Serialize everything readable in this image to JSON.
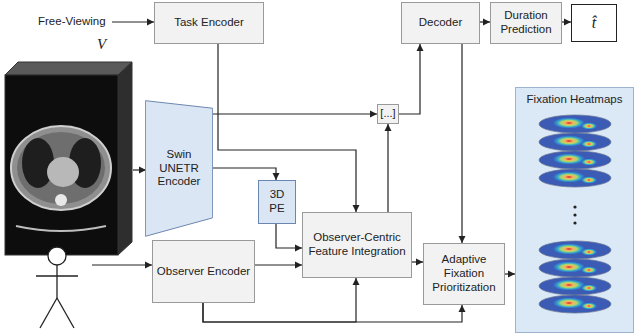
{
  "diagram": {
    "nodes": [
      {
        "text": [
          "Task Encoder"
        ]
      },
      {
        "text": [
          "Swin UNETR Encoder"
        ]
      },
      {
        "text": [
          "3D PE"
        ]
      },
      {
        "text": [
          "Observer Encoder"
        ]
      },
      {
        "text": [
          "Observer-Centric Feature Integration"
        ]
      },
      {
        "text": [
          "[...]"
        ]
      },
      {
        "text": [
          "Decoder"
        ]
      },
      {
        "text": [
          "Duration Prediction"
        ]
      },
      {
        "text": [
          "t̂"
        ]
      },
      {
        "text": [
          "Adaptive Fixation Prioritization"
        ]
      },
      {
        "text": [
          "Fixation Heatmaps"
        ]
      }
    ],
    "edges": [
      {
        "from": 1,
        "to": 5,
        "arrow": "to"
      },
      {
        "from": 1,
        "to": 2,
        "arrow": "to"
      },
      {
        "from": 2,
        "to": 4,
        "arrow": "to"
      },
      {
        "from": 3,
        "to": 4,
        "arrow": "to"
      },
      {
        "from": 0,
        "to": 4,
        "arrow": "to"
      },
      {
        "from": 4,
        "to": 5,
        "arrow": "to"
      },
      {
        "from": 5,
        "to": 6,
        "arrow": "to"
      },
      {
        "from": 6,
        "to": 7,
        "arrow": "to"
      },
      {
        "from": 7,
        "to": 8,
        "arrow": "to"
      },
      {
        "from": 6,
        "to": 9,
        "arrow": "to"
      },
      {
        "from": 4,
        "to": 9,
        "arrow": "to"
      },
      {
        "from": 3,
        "to": 4,
        "arrow": "to"
      },
      {
        "from": 3,
        "to": 9,
        "arrow": "to"
      },
      {
        "from": 9,
        "to": 10,
        "arrow": "to"
      }
    ],
    "labels": [
      "Free-Viewing",
      "V"
    ]
  }
}
